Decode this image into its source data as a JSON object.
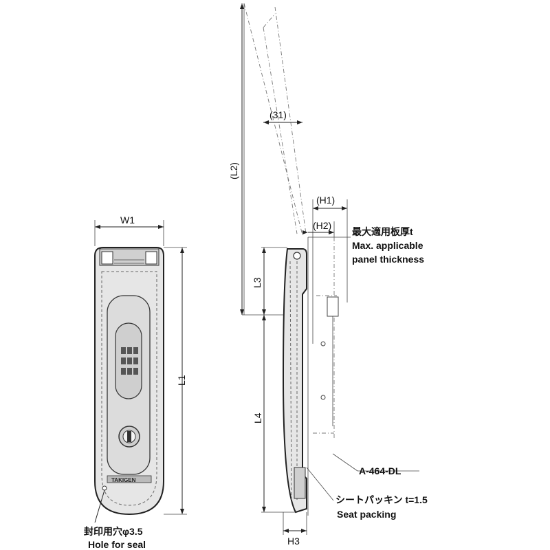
{
  "labels": {
    "w1": "W1",
    "l1": "L1",
    "l2": "(L2)",
    "l3": "L3",
    "l4": "L4",
    "h1": "(H1)",
    "h2": "(H2)",
    "h3": "H3",
    "d31": "(31)",
    "brand": "TAKIGEN"
  },
  "notes": {
    "max_thickness_jp": "最大適用板厚t",
    "max_thickness_en_1": "Max. applicable",
    "max_thickness_en_2": "panel thickness",
    "part_number": "A-464-DL",
    "seat_packing_jp": "シートパッキン t=1.5",
    "seat_packing_en": "Seat packing",
    "seal_hole_jp": "封印用穴φ3.5",
    "seal_hole_en": "Hole for seal"
  }
}
